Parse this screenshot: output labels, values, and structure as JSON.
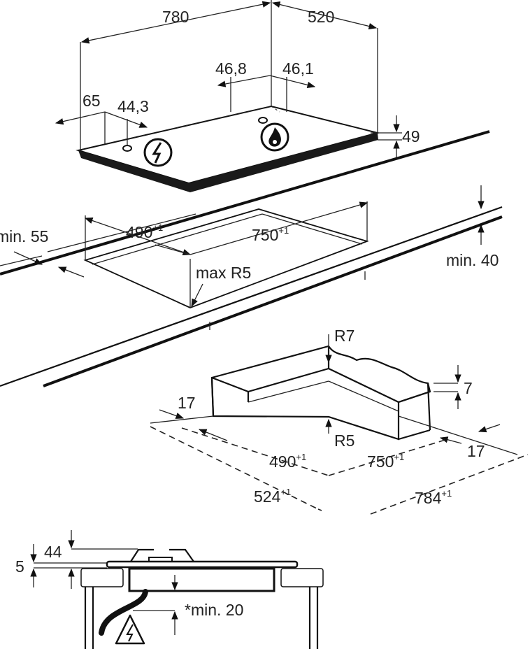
{
  "hob_dimensions": {
    "width": "780",
    "depth": "520",
    "burner_offset_left": "46,8",
    "burner_offset_right": "46,1",
    "knob_offset_x": "65",
    "knob_offset_y": "44,3",
    "height": "49"
  },
  "cutout": {
    "min_front": "min. 55",
    "depth": "490",
    "depth_tol": "+1",
    "width": "750",
    "width_tol": "+1",
    "corner_radius": "max R5",
    "min_thickness": "min. 40"
  },
  "seal": {
    "outer_radius": "R7",
    "thickness": "7",
    "margin_left": "17",
    "inner_radius": "R5",
    "inner_depth": "490",
    "inner_depth_tol": "+1",
    "inner_width": "750",
    "inner_width_tol": "+1",
    "margin_right": "17",
    "outer_depth": "524",
    "outer_depth_tol": "+1",
    "outer_width": "784",
    "outer_width_tol": "+1"
  },
  "section": {
    "total_height": "44",
    "plate_height": "5",
    "min_clearance": "*min. 20"
  },
  "icons": [
    "electric-zone-icon",
    "gas-flame-icon",
    "electric-hazard-warning-icon"
  ]
}
